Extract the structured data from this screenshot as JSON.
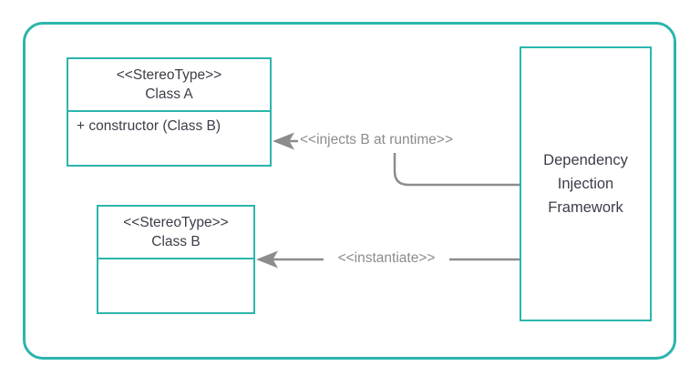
{
  "diagram": {
    "class_a": {
      "stereotype": "<<StereoType>>",
      "name": "Class A",
      "member": "+ constructor (Class B)"
    },
    "class_b": {
      "stereotype": "<<StereoType>>",
      "name": "Class B"
    },
    "framework": {
      "lines": [
        "Dependency",
        "Injection",
        "Framework"
      ]
    },
    "connectors": {
      "injects_label": "<<injects B at runtime>>",
      "instantiate_label": "<<instantiate>>"
    },
    "colors": {
      "accent": "#2cb5ac",
      "connector": "#8c8c8c",
      "text": "#3d3d4a"
    }
  }
}
